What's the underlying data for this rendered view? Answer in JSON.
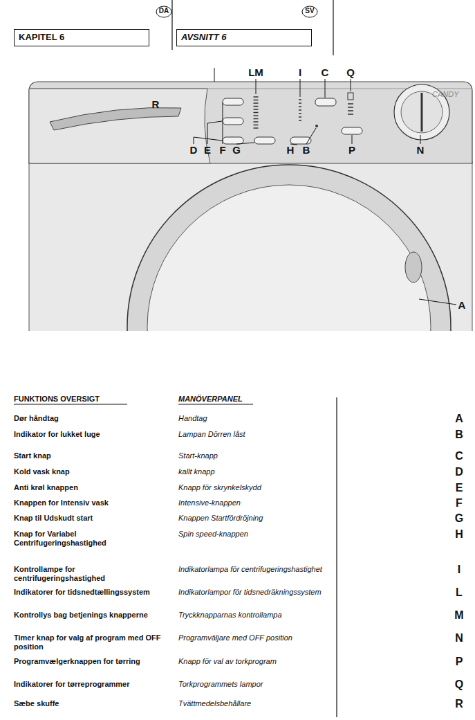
{
  "diagram": {
    "nodes": [
      {
        "text": [
          "KAPITEL 6"
        ]
      },
      {
        "text": [
          "AVSNITT 6"
        ]
      }
    ],
    "labels": [
      "DA",
      "SV",
      "LM",
      "I",
      "C",
      "Q",
      "CANDY",
      "R",
      "D",
      "E",
      "F",
      "G",
      "H",
      "B",
      "P",
      "N",
      "A",
      "FUNKTIONS OVERSIGT",
      "MANÖVERPANEL",
      "Dør håndtag",
      "Handtag",
      "A",
      "Indikator for lukket luge",
      "Lampan Dörren låst",
      "B",
      "Start knap",
      "Start-knapp",
      "C",
      "Kold vask knap",
      "kallt knapp",
      "D",
      "Anti krøl knappen",
      "Knapp för skrynkelskydd",
      "E",
      "Knappen for Intensiv vask",
      "Intensive-knappen",
      "F",
      "Knap til Udskudt start",
      "Knappen Startfördröjning",
      "G",
      "Knap for Variabel Centrifugeringshastighed",
      "Spin speed-knappen",
      "H",
      "Kontrollampe for centrifugeringshastighed",
      "Indikatorlampa för centrifugeringshastighet",
      "I",
      "Indikatorer for tidsnedtællingssystem",
      "Indikatorlampor för tidsnedräkningssystem",
      "L",
      "Kontrollys bag betjenings knapperne",
      "Tryckknapparnas kontrollampa",
      "M",
      "Timer knap for valg af program med OFF position",
      "Programväljare med OFF position",
      "N",
      "Programvælgerknappen for tørring",
      "Knapp för val av torkprogram",
      "P",
      "Indikatorer for tørreprogrammer",
      "Torkprogrammets lampor",
      "Q",
      "Sæbe skuffe",
      "Tvättmedelsbehållare",
      "R"
    ]
  }
}
